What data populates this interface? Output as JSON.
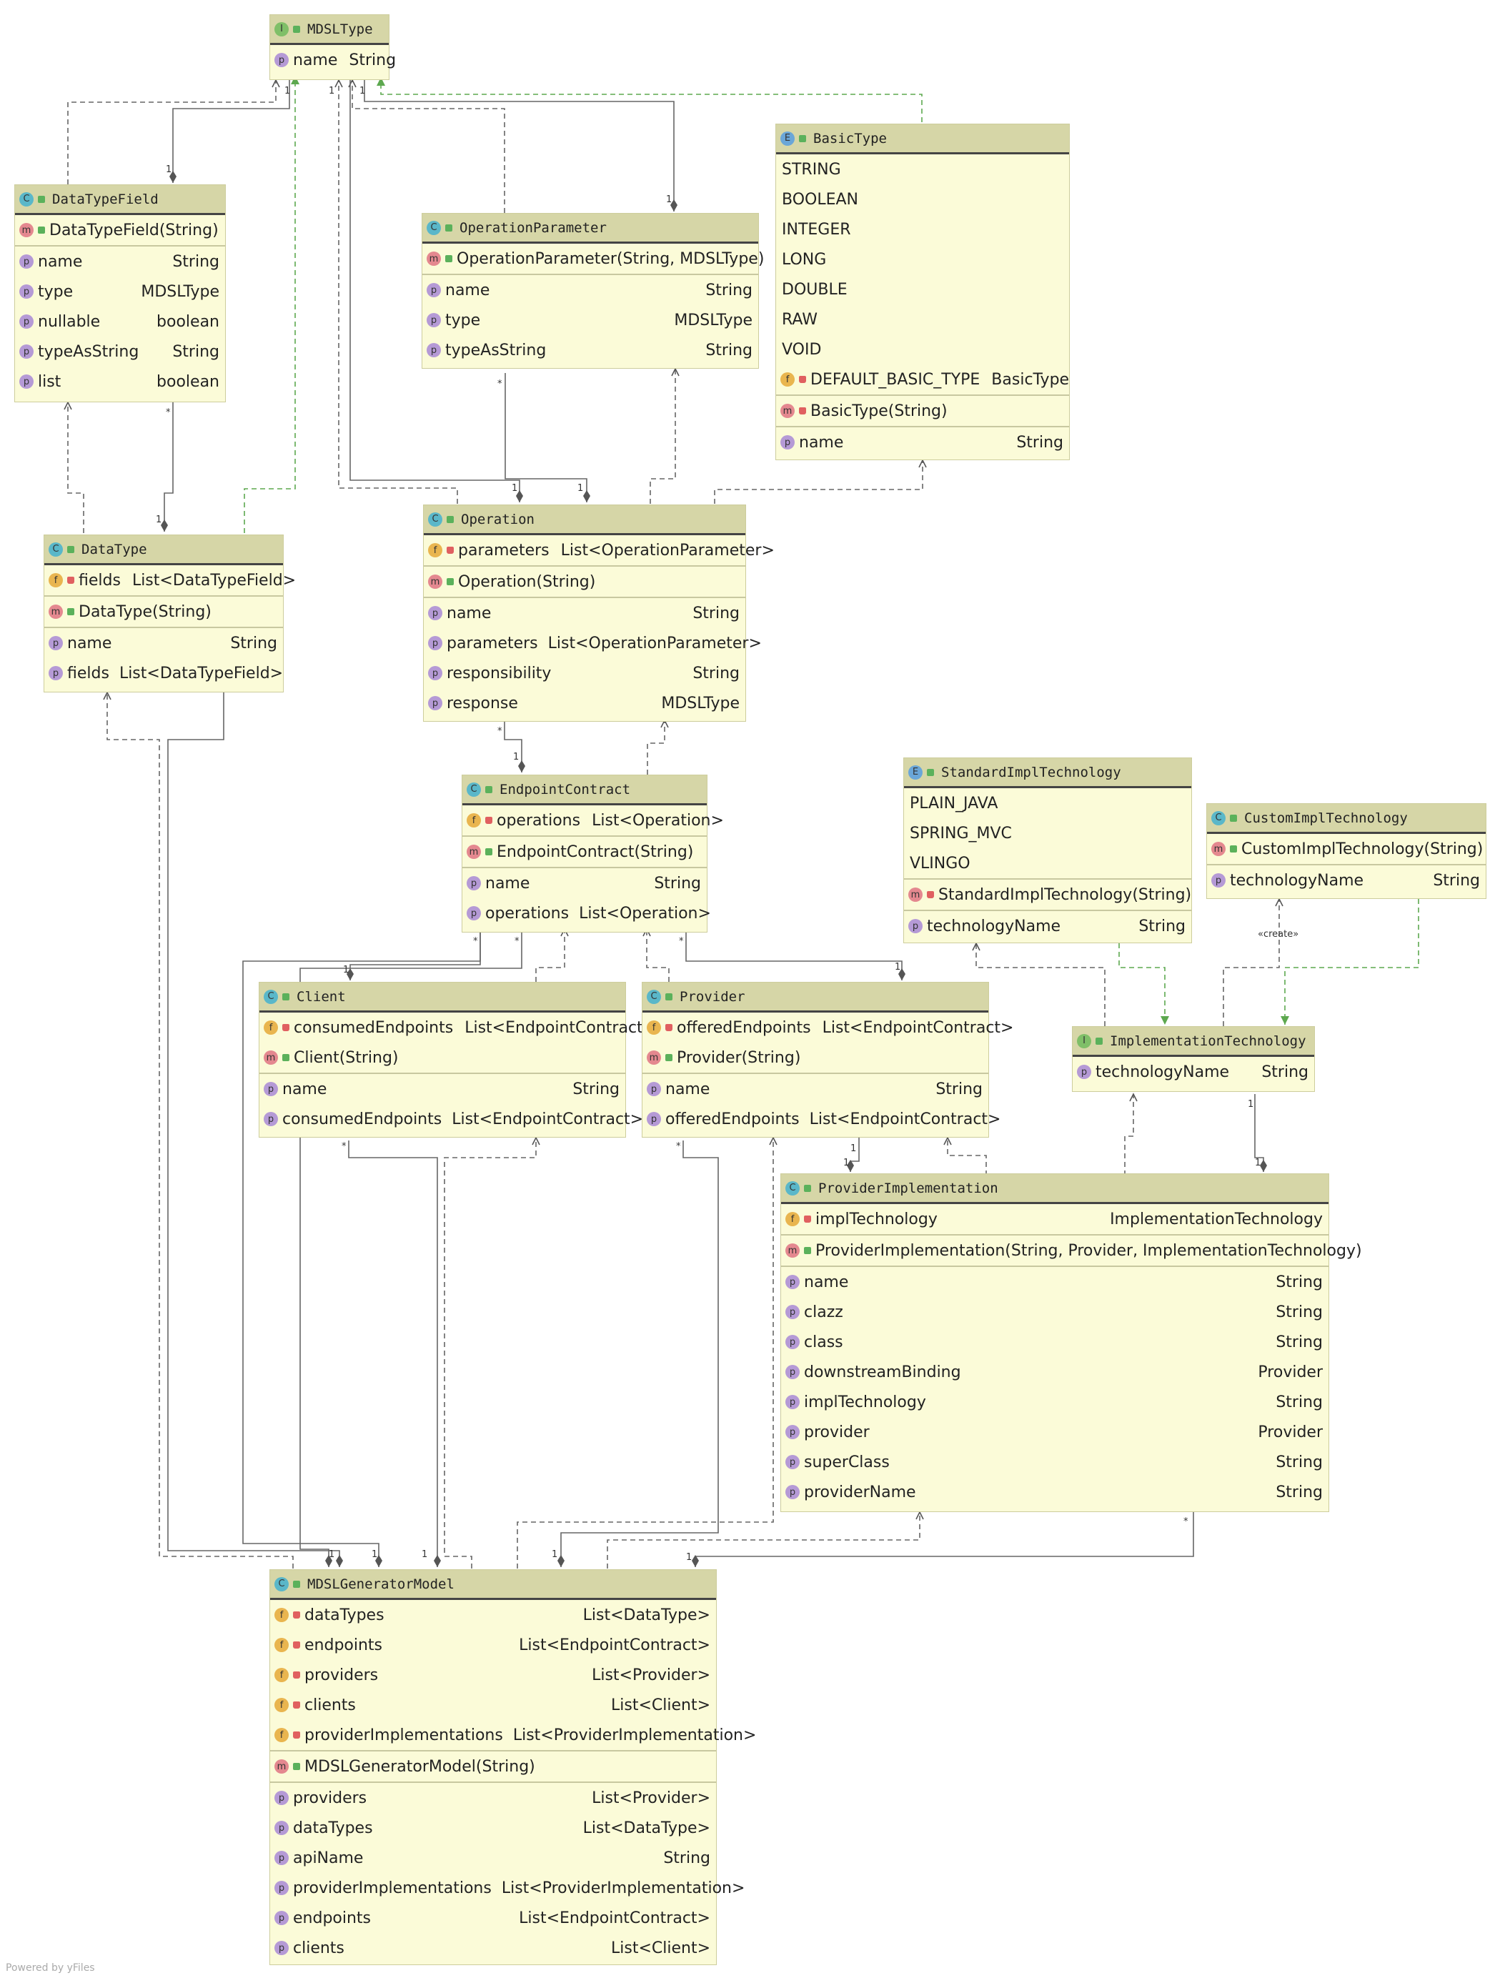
{
  "colors": {
    "box_fill": "#fbfbd8",
    "header_fill": "#d6d6a7",
    "inherit_arrow": "#5da84f",
    "edge": "#555555"
  },
  "classes": {
    "mdsltype": {
      "kind": "I",
      "name": "MDSLType",
      "props": [
        {
          "name": "name",
          "type": "String"
        }
      ]
    },
    "datatypefield": {
      "kind": "C",
      "name": "DataTypeField",
      "methods": [
        {
          "name": "DataTypeField(String)"
        }
      ],
      "props": [
        {
          "name": "name",
          "type": "String"
        },
        {
          "name": "type",
          "type": "MDSLType"
        },
        {
          "name": "nullable",
          "type": "boolean"
        },
        {
          "name": "typeAsString",
          "type": "String"
        },
        {
          "name": "list",
          "type": "boolean"
        }
      ]
    },
    "operationparameter": {
      "kind": "C",
      "name": "OperationParameter",
      "methods": [
        {
          "name": "OperationParameter(String, MDSLType)"
        }
      ],
      "props": [
        {
          "name": "name",
          "type": "String"
        },
        {
          "name": "type",
          "type": "MDSLType"
        },
        {
          "name": "typeAsString",
          "type": "String"
        }
      ]
    },
    "basictype": {
      "kind": "E",
      "name": "BasicType",
      "constants": [
        "STRING",
        "BOOLEAN",
        "INTEGER",
        "LONG",
        "DOUBLE",
        "RAW",
        "VOID"
      ],
      "fields": [
        {
          "name": "DEFAULT_BASIC_TYPE",
          "type": "BasicType"
        }
      ],
      "methods": [
        {
          "name": "BasicType(String)"
        }
      ],
      "props": [
        {
          "name": "name",
          "type": "String"
        }
      ]
    },
    "datatype": {
      "kind": "C",
      "name": "DataType",
      "fields": [
        {
          "name": "fields",
          "type": "List<DataTypeField>"
        }
      ],
      "methods": [
        {
          "name": "DataType(String)"
        }
      ],
      "props": [
        {
          "name": "name",
          "type": "String"
        },
        {
          "name": "fields",
          "type": "List<DataTypeField>"
        }
      ]
    },
    "operation": {
      "kind": "C",
      "name": "Operation",
      "fields": [
        {
          "name": "parameters",
          "type": "List<OperationParameter>"
        }
      ],
      "methods": [
        {
          "name": "Operation(String)"
        }
      ],
      "props": [
        {
          "name": "name",
          "type": "String"
        },
        {
          "name": "parameters",
          "type": "List<OperationParameter>"
        },
        {
          "name": "responsibility",
          "type": "String"
        },
        {
          "name": "response",
          "type": "MDSLType"
        }
      ]
    },
    "endpointcontract": {
      "kind": "C",
      "name": "EndpointContract",
      "fields": [
        {
          "name": "operations",
          "type": "List<Operation>"
        }
      ],
      "methods": [
        {
          "name": "EndpointContract(String)"
        }
      ],
      "props": [
        {
          "name": "name",
          "type": "String"
        },
        {
          "name": "operations",
          "type": "List<Operation>"
        }
      ]
    },
    "standardimpltechnology": {
      "kind": "E",
      "name": "StandardImplTechnology",
      "constants": [
        "PLAIN_JAVA",
        "SPRING_MVC",
        "VLINGO"
      ],
      "methods": [
        {
          "name": "StandardImplTechnology(String)"
        }
      ],
      "props": [
        {
          "name": "technologyName",
          "type": "String"
        }
      ]
    },
    "customimpltechnology": {
      "kind": "C",
      "name": "CustomImplTechnology",
      "methods": [
        {
          "name": "CustomImplTechnology(String)"
        }
      ],
      "props": [
        {
          "name": "technologyName",
          "type": "String"
        }
      ]
    },
    "client": {
      "kind": "C",
      "name": "Client",
      "fields": [
        {
          "name": "consumedEndpoints",
          "type": "List<EndpointContract>"
        }
      ],
      "methods": [
        {
          "name": "Client(String)"
        }
      ],
      "props": [
        {
          "name": "name",
          "type": "String"
        },
        {
          "name": "consumedEndpoints",
          "type": "List<EndpointContract>"
        }
      ]
    },
    "provider": {
      "kind": "C",
      "name": "Provider",
      "fields": [
        {
          "name": "offeredEndpoints",
          "type": "List<EndpointContract>"
        }
      ],
      "methods": [
        {
          "name": "Provider(String)"
        }
      ],
      "props": [
        {
          "name": "name",
          "type": "String"
        },
        {
          "name": "offeredEndpoints",
          "type": "List<EndpointContract>"
        }
      ]
    },
    "implementationtechnology": {
      "kind": "I",
      "name": "ImplementationTechnology",
      "props": [
        {
          "name": "technologyName",
          "type": "String"
        }
      ]
    },
    "providerimplementation": {
      "kind": "C",
      "name": "ProviderImplementation",
      "fields": [
        {
          "name": "implTechnology",
          "type": "ImplementationTechnology"
        }
      ],
      "methods": [
        {
          "name": "ProviderImplementation(String, Provider, ImplementationTechnology)"
        }
      ],
      "props": [
        {
          "name": "name",
          "type": "String"
        },
        {
          "name": "clazz",
          "type": "String"
        },
        {
          "name": "class",
          "type": "String"
        },
        {
          "name": "downstreamBinding",
          "type": "Provider"
        },
        {
          "name": "implTechnology",
          "type": "String"
        },
        {
          "name": "provider",
          "type": "Provider"
        },
        {
          "name": "superClass",
          "type": "String"
        },
        {
          "name": "providerName",
          "type": "String"
        }
      ]
    },
    "mdslgeneratormodel": {
      "kind": "C",
      "name": "MDSLGeneratorModel",
      "fields": [
        {
          "name": "dataTypes",
          "type": "List<DataType>"
        },
        {
          "name": "endpoints",
          "type": "List<EndpointContract>"
        },
        {
          "name": "providers",
          "type": "List<Provider>"
        },
        {
          "name": "clients",
          "type": "List<Client>"
        },
        {
          "name": "providerImplementations",
          "type": "List<ProviderImplementation>"
        }
      ],
      "methods": [
        {
          "name": "MDSLGeneratorModel(String)"
        }
      ],
      "props": [
        {
          "name": "providers",
          "type": "List<Provider>"
        },
        {
          "name": "dataTypes",
          "type": "List<DataType>"
        },
        {
          "name": "apiName",
          "type": "String"
        },
        {
          "name": "providerImplementations",
          "type": "List<ProviderImplementation>"
        },
        {
          "name": "endpoints",
          "type": "List<EndpointContract>"
        },
        {
          "name": "clients",
          "type": "List<Client>"
        }
      ]
    }
  },
  "labels": {
    "one": "1",
    "many": "*",
    "create": "«create»"
  },
  "footer": "Powered by yFiles"
}
